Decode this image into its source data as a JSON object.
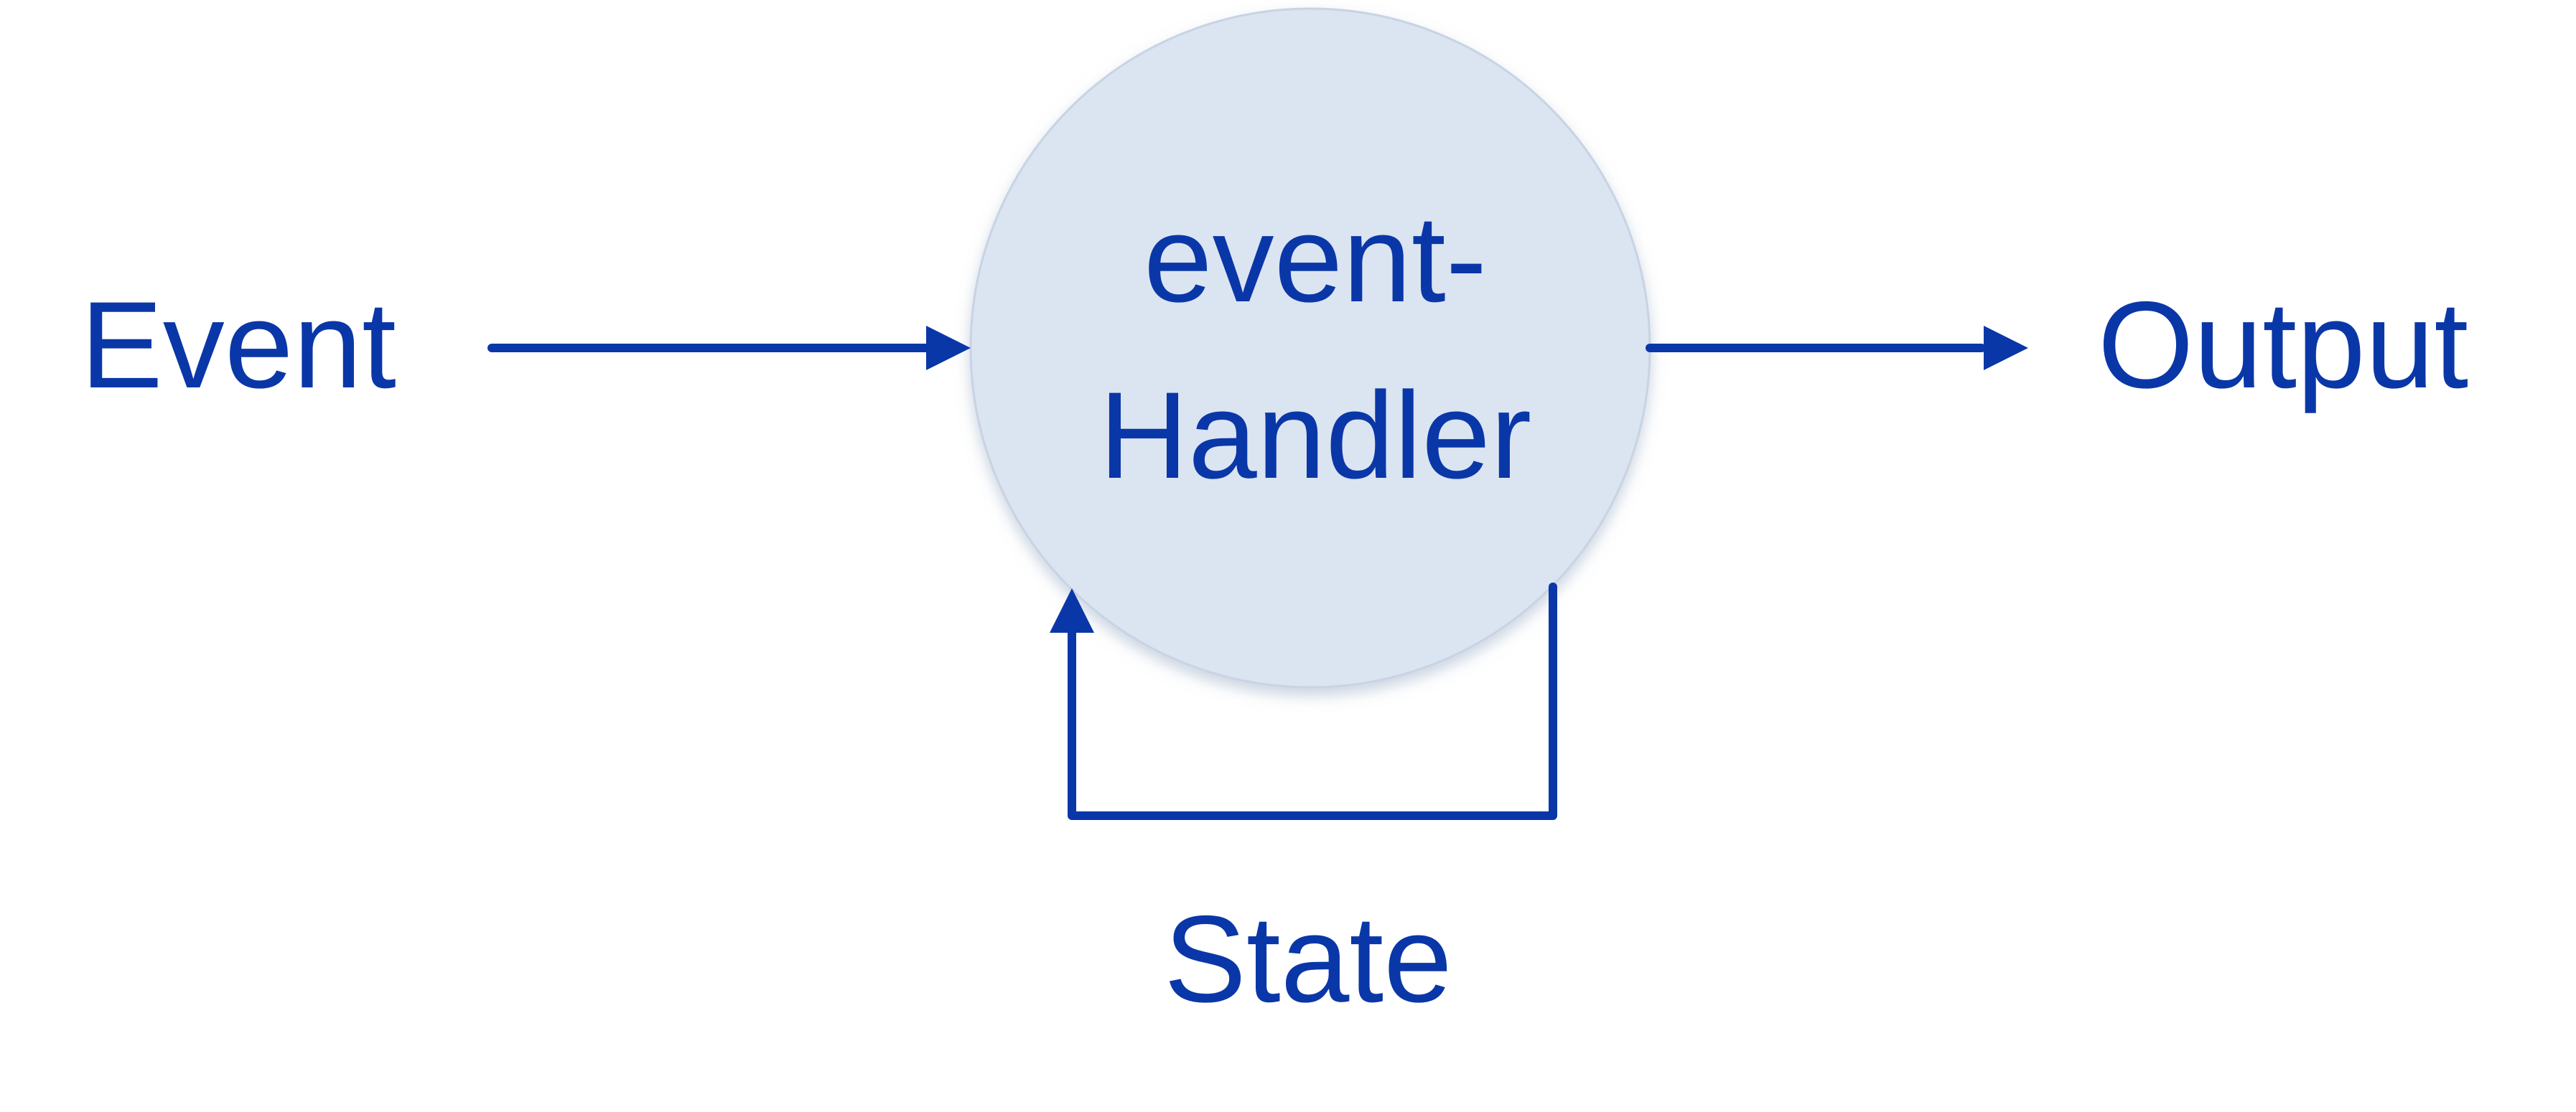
{
  "diagram": {
    "input_label": "Event",
    "handler_label_line1": "event-",
    "handler_label_line2": "Handler",
    "output_label": "Output",
    "feedback_label": "State"
  },
  "colors": {
    "stroke": "#0a37a8",
    "text": "#0a37a8",
    "circle_fill": "#dbe4f1",
    "circle_edge": "#c8d3e3"
  }
}
